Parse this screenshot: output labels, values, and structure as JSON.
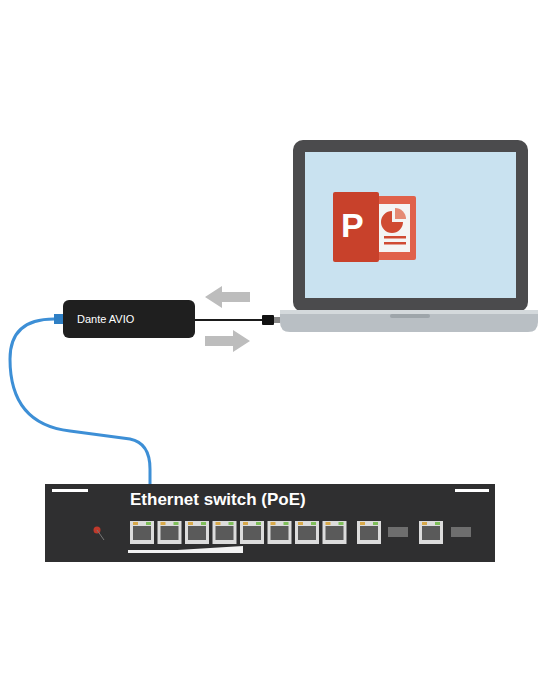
{
  "diagram": {
    "nodes": [
      {
        "text": [
          "Dante AVIO"
        ]
      },
      {
        "text": [
          "Ethernet switch (PoE)"
        ]
      }
    ],
    "edges": [
      {
        "from": 0,
        "to": 1,
        "arrow": "none"
      }
    ],
    "labels": [
      "P"
    ]
  }
}
